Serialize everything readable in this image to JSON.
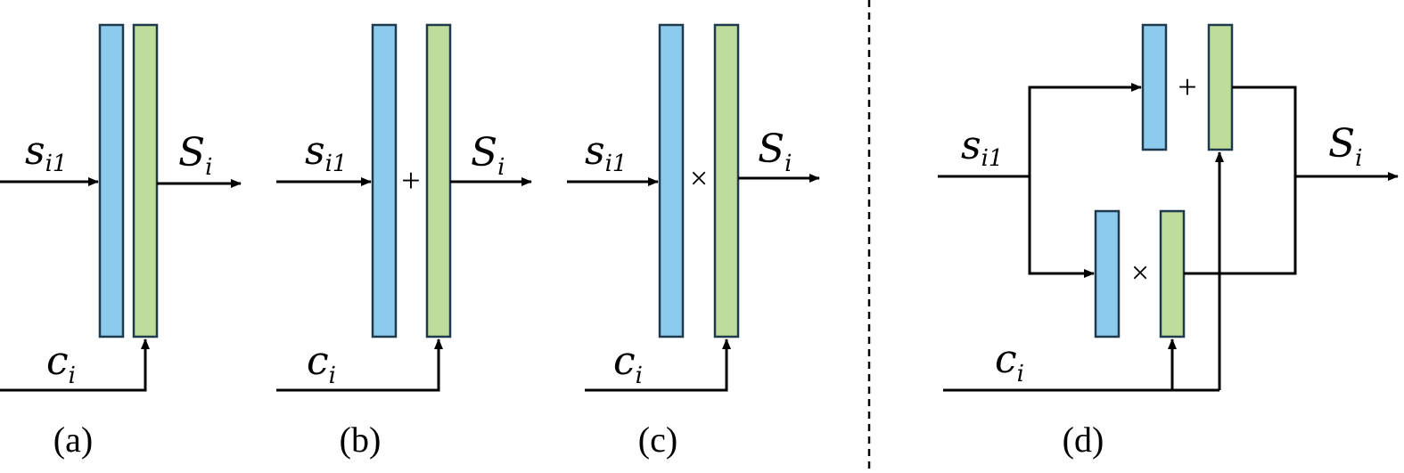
{
  "colors": {
    "blue_block": "#8ccbee",
    "green_block": "#c0dc9a",
    "block_stroke": "#1f3a4d",
    "line": "#000000"
  },
  "panels": [
    {
      "id": "a",
      "caption": "(a)",
      "operator": "",
      "input_label": "s",
      "input_sub": "i1",
      "cond_label": "c",
      "cond_sub": "i",
      "output_label": "S",
      "output_sub": "i"
    },
    {
      "id": "b",
      "caption": "(b)",
      "operator": "+",
      "input_label": "s",
      "input_sub": "i1",
      "cond_label": "c",
      "cond_sub": "i",
      "output_label": "S",
      "output_sub": "i"
    },
    {
      "id": "c",
      "caption": "(c)",
      "operator": "×",
      "input_label": "s",
      "input_sub": "i1",
      "cond_label": "c",
      "cond_sub": "i",
      "output_label": "S",
      "output_sub": "i"
    },
    {
      "id": "d",
      "caption": "(d)",
      "operator_top": "+",
      "operator_bottom": "×",
      "input_label": "s",
      "input_sub": "i1",
      "cond_label": "c",
      "cond_sub": "i",
      "output_label": "S",
      "output_sub": "i"
    }
  ]
}
